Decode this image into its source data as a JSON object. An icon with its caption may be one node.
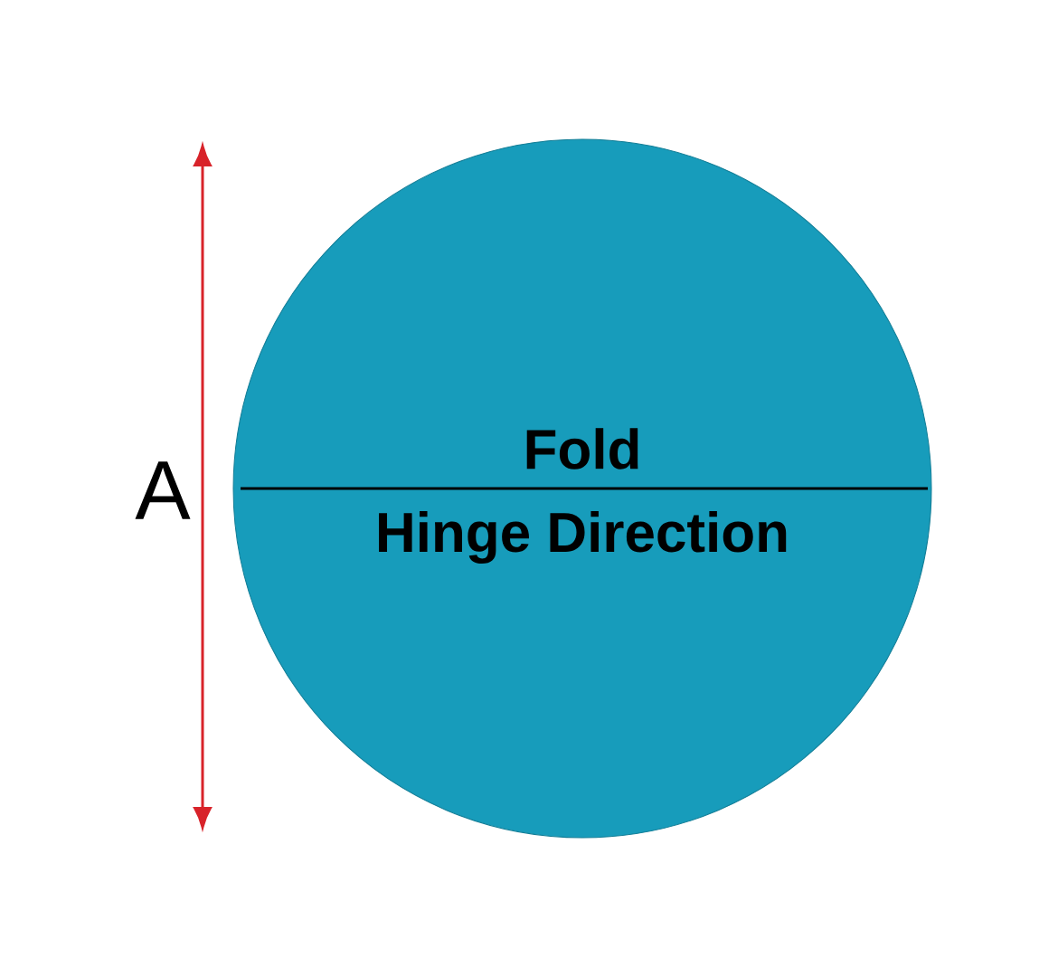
{
  "diagram": {
    "nodes": [
      {
        "text": [
          "Fold",
          "Hinge Direction"
        ]
      }
    ],
    "labels": [
      "A"
    ]
  }
}
